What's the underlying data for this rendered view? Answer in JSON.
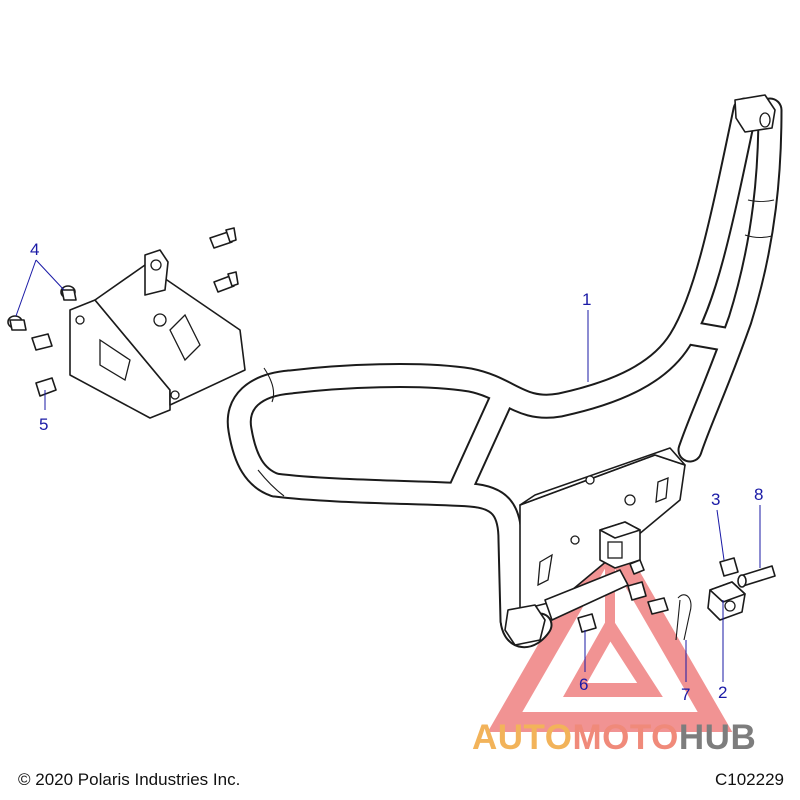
{
  "callouts": [
    {
      "id": "callout-1",
      "label": "1"
    },
    {
      "id": "callout-2",
      "label": "2"
    },
    {
      "id": "callout-3",
      "label": "3"
    },
    {
      "id": "callout-4",
      "label": "4"
    },
    {
      "id": "callout-5",
      "label": "5"
    },
    {
      "id": "callout-6",
      "label": "6"
    },
    {
      "id": "callout-7",
      "label": "7"
    },
    {
      "id": "callout-8",
      "label": "8"
    }
  ],
  "footer": {
    "copyright": "© 2020 Polaris Industries Inc.",
    "figure_id": "C102229"
  },
  "watermark": {
    "part1": "AUTO",
    "part2": "MOTO",
    "part3": "HUB",
    "colors": {
      "auto": "#f2b35a",
      "moto": "#f08a7a",
      "hub": "#7d7d7d",
      "triangle": "#e63b3b"
    }
  },
  "colors": {
    "callout": "#1a1aa6",
    "line": "#1b1b1b"
  }
}
